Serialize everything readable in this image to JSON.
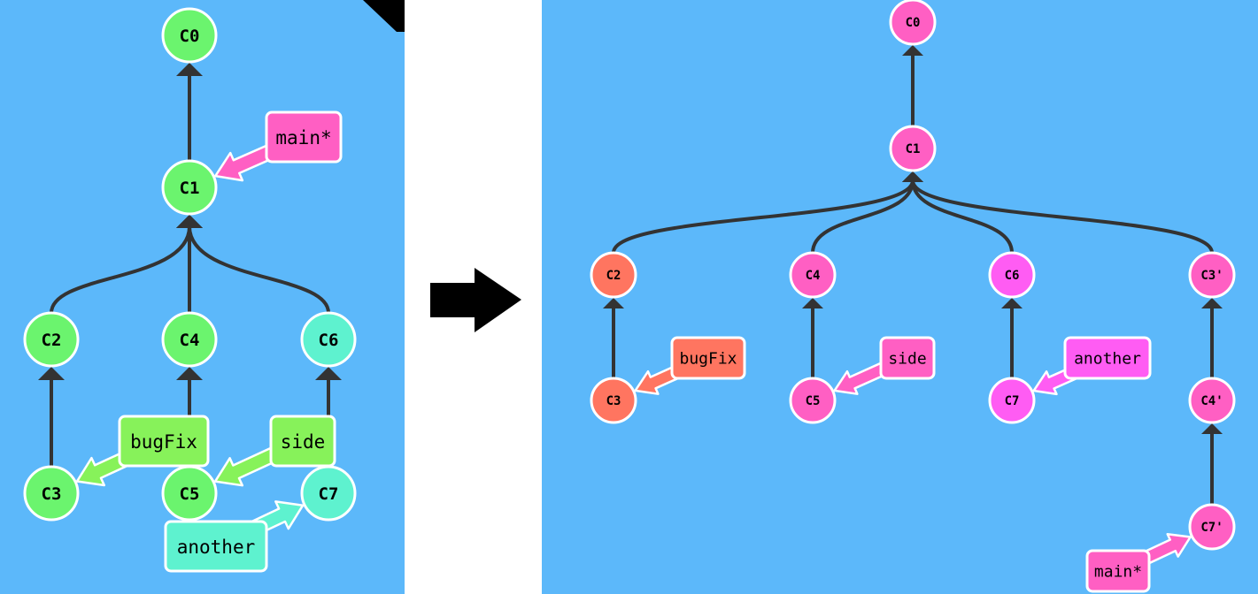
{
  "colors": {
    "background": "#5cb8fa",
    "page": "#ffffff",
    "edge": "#333333",
    "arrow": "#000000",
    "green_node": "#6bf46e",
    "green_branch": "#87f25a",
    "main_pink": "#ff5fc3",
    "teal": "#5ef2cf",
    "orange": "#ff7560",
    "magenta": "#ff5cf3"
  },
  "before": {
    "commits": [
      {
        "id": "C0",
        "label": "C0",
        "color": "#6bf46e"
      },
      {
        "id": "C1",
        "label": "C1",
        "color": "#6bf46e"
      },
      {
        "id": "C2",
        "label": "C2",
        "color": "#6bf46e"
      },
      {
        "id": "C4",
        "label": "C4",
        "color": "#6bf46e"
      },
      {
        "id": "C6",
        "label": "C6",
        "color": "#5ef2cf"
      },
      {
        "id": "C3",
        "label": "C3",
        "color": "#6bf46e"
      },
      {
        "id": "C5",
        "label": "C5",
        "color": "#6bf46e"
      },
      {
        "id": "C7",
        "label": "C7",
        "color": "#5ef2cf"
      }
    ],
    "branches": [
      {
        "id": "main",
        "label": "main*",
        "target": "C1",
        "color": "#ff5fc3"
      },
      {
        "id": "bugFix",
        "label": "bugFix",
        "target": "C3",
        "color": "#87f25a"
      },
      {
        "id": "side",
        "label": "side",
        "target": "C5",
        "color": "#87f25a"
      },
      {
        "id": "another",
        "label": "another",
        "target": "C7",
        "color": "#5ef2cf"
      }
    ]
  },
  "after": {
    "commits": [
      {
        "id": "C0",
        "label": "C0",
        "color": "#ff5fc3"
      },
      {
        "id": "C1",
        "label": "C1",
        "color": "#ff5fc3"
      },
      {
        "id": "C2",
        "label": "C2",
        "color": "#ff7560"
      },
      {
        "id": "C4",
        "label": "C4",
        "color": "#ff5fc3"
      },
      {
        "id": "C6",
        "label": "C6",
        "color": "#ff5cf3"
      },
      {
        "id": "C3p",
        "label": "C3'",
        "color": "#ff5fc3"
      },
      {
        "id": "C3",
        "label": "C3",
        "color": "#ff7560"
      },
      {
        "id": "C5",
        "label": "C5",
        "color": "#ff5fc3"
      },
      {
        "id": "C7",
        "label": "C7",
        "color": "#ff5cf3"
      },
      {
        "id": "C4p",
        "label": "C4'",
        "color": "#ff5fc3"
      },
      {
        "id": "C7p",
        "label": "C7'",
        "color": "#ff5fc3"
      }
    ],
    "branches": [
      {
        "id": "bugFix",
        "label": "bugFix",
        "target": "C3",
        "color": "#ff7560"
      },
      {
        "id": "side",
        "label": "side",
        "target": "C5",
        "color": "#ff5fc3"
      },
      {
        "id": "another",
        "label": "another",
        "target": "C7",
        "color": "#ff5cf3"
      },
      {
        "id": "main",
        "label": "main*",
        "target": "C7p",
        "color": "#ff5fc3"
      }
    ]
  }
}
